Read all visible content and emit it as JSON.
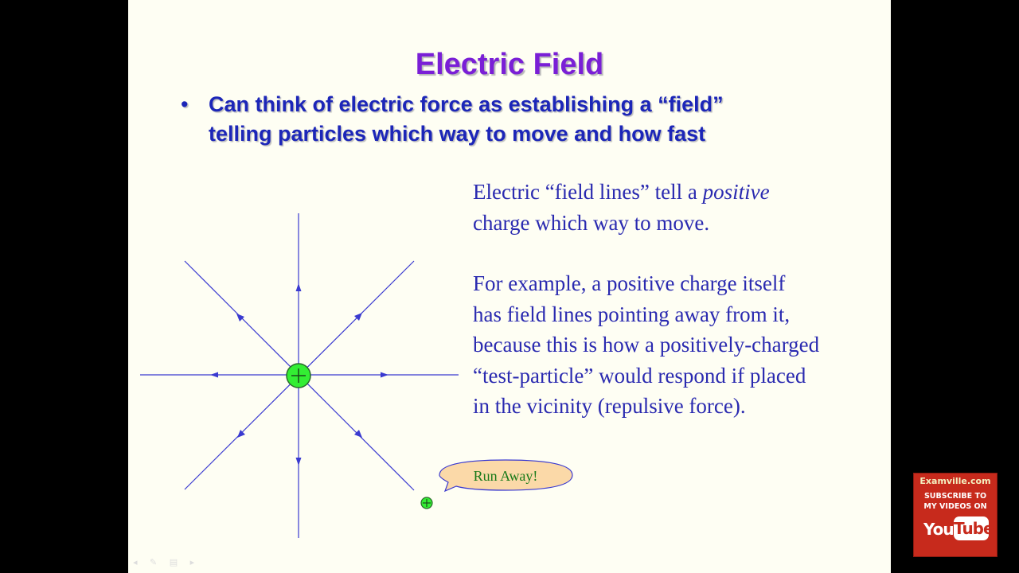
{
  "slide": {
    "title": "Electric Field",
    "bullet": {
      "marker": "•",
      "lines": [
        "Can think of electric force as establishing a “field”",
        "telling particles which way to move and how fast"
      ]
    },
    "paragraph1": {
      "before_italic": "Electric “field lines” tell a ",
      "italic": "positive",
      "line2": "charge which way to move."
    },
    "paragraph2": {
      "lines": [
        "For example, a positive charge itself",
        "has field lines pointing away from it,",
        "because this is how a positively-charged",
        "“test-particle” would respond if placed",
        "in the vicinity (repulsive force)."
      ]
    },
    "speech_bubble": "Run Away!",
    "charge_symbol": "+",
    "slide_controls": "◂ ✎ ▤ ▸"
  },
  "youtube_badge": {
    "site": "Examville.com",
    "subscribe_line1": "SUBSCRIBE TO",
    "subscribe_line2": "MY VIDEOS ON",
    "logo_you": "You",
    "logo_tube": "Tube"
  },
  "colors": {
    "title": "#7a1fd6",
    "bullet_text": "#1c26b8",
    "body_text": "#2a2ab0",
    "field_lines": "#3a3ad0",
    "charge_fill": "#33ee33",
    "bubble_fill": "#fbd9a8",
    "badge_red": "#c72a1c"
  }
}
